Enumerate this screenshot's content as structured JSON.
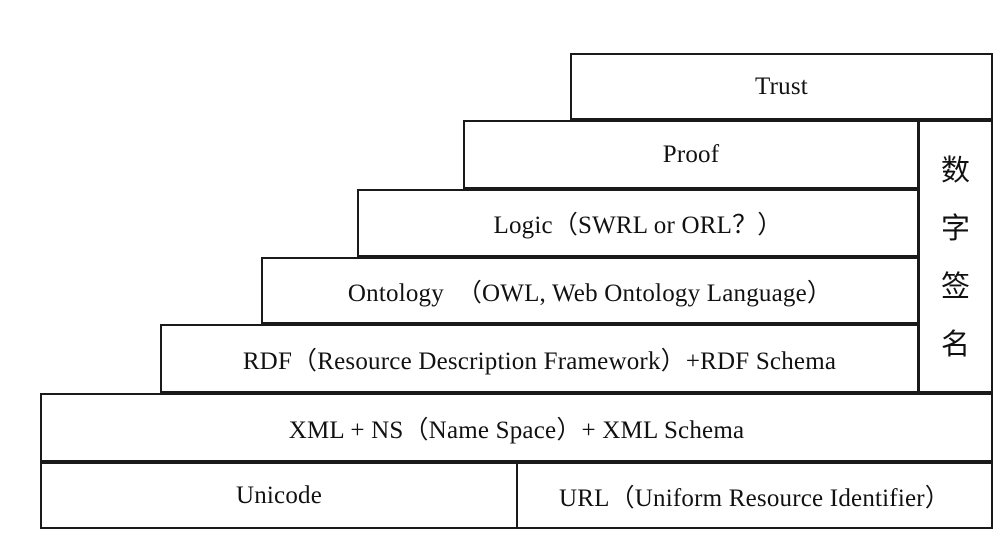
{
  "layers": {
    "trust": "Trust",
    "proof": "Proof",
    "logic": "Logic（SWRL or ORL？）",
    "ontology": "Ontology  （OWL, Web Ontology Language）",
    "rdf": "RDF（Resource Description Framework）+RDF Schema",
    "xml": "XML + NS（Name Space）+ XML Schema",
    "unicode": "Unicode",
    "url": "URL（Uniform Resource Identifier）"
  },
  "signature": {
    "chars": [
      "数",
      "字",
      "签",
      "名"
    ]
  }
}
